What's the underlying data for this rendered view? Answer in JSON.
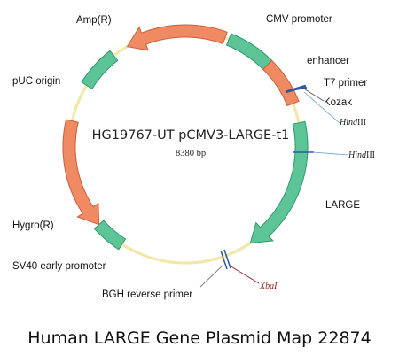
{
  "plasmid": {
    "name": "HG19767-UT pCMV3-LARGE-t1",
    "size": "8380 bp"
  },
  "caption": "Human LARGE Gene Plasmid Map 22874",
  "colors": {
    "green_fill": "#5cc497",
    "green_stroke": "#2f9a6c",
    "orange_fill": "#f08a62",
    "orange_stroke": "#c9603d",
    "backbone": "#f2e7a6",
    "site_marker": "#2c5aa0",
    "xba_line": "#8b1a1a"
  },
  "features": {
    "cmv_promoter": "CMV promoter",
    "enhancer": "enhancer",
    "t7_primer": "T7 primer",
    "kozak": "Kozak",
    "large": "LARGE",
    "bgh_reverse_primer": "BGH reverse primer",
    "sv40_early_promoter": "SV40 early promoter",
    "hygro": "Hygro(R)",
    "puc_origin": "pUC origin",
    "amp": "Amp(R)"
  },
  "sites": {
    "hind_iii_1_italic": "Hind",
    "hind_iii_1_roman": "III",
    "hind_iii_2_italic": "Hind",
    "hind_iii_2_roman": "III",
    "xba_i": "XbaI"
  }
}
